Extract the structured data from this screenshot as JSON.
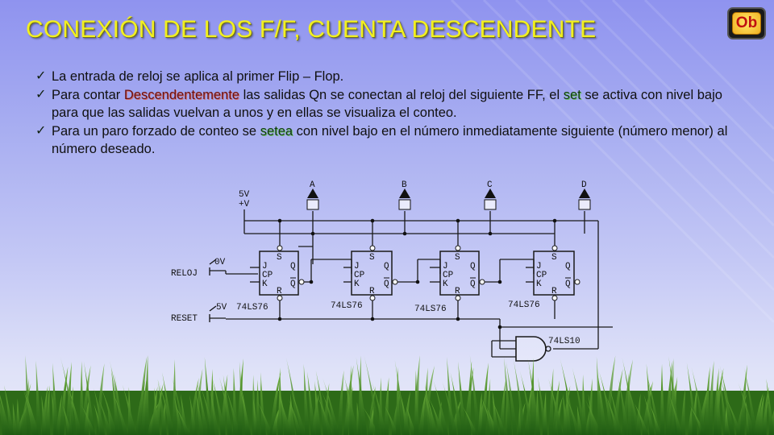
{
  "slide": {
    "title": "CONEXIÓN DE LOS F/F, CUENTA DESCENDENTE",
    "logo_text": "Ob"
  },
  "bullets": [
    {
      "parts": [
        "La entrada de reloj se aplica al primer Flip – Flop."
      ]
    },
    {
      "parts": [
        "Para contar ",
        "Descendentemente",
        " las salidas Qn se conectan al reloj del siguiente FF, el ",
        "set",
        " se activa con nivel bajo para que las salidas vuelvan a unos y en ellas se visualiza el conteo."
      ]
    },
    {
      "parts": [
        "Para un paro forzado de conteo se ",
        "setea",
        " con nivel bajo en el número inmediatamente siguiente (número menor) al número deseado."
      ]
    }
  ],
  "circuit": {
    "supply_label_top": "5V",
    "supply_label_bottom": "+V",
    "outputs": [
      "A",
      "B",
      "C",
      "D"
    ],
    "reloj_label": "RELOJ",
    "reloj_level": "0V",
    "reset_label": "RESET",
    "reset_level": "5V",
    "ff_pins": {
      "s": "S",
      "j": "J",
      "cp": "CP",
      "k": "K",
      "r": "R",
      "q": "Q",
      "qbar": "Q"
    },
    "ff_part": "74LS76",
    "gate_part": "74LS10"
  }
}
